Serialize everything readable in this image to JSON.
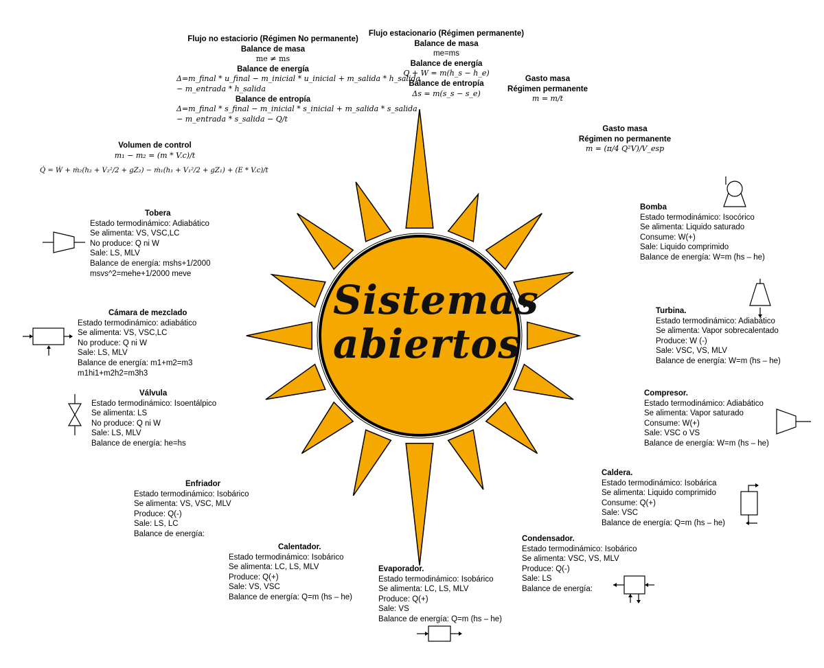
{
  "title": {
    "line1": "Sistemas",
    "line2": "abiertos"
  },
  "colors": {
    "ray": "#f5a900",
    "ray_stroke": "#000000",
    "disc": "#f5a900",
    "disc_ring": "#000000",
    "background": "#ffffff"
  },
  "flujo_no_estacionario": {
    "title": "Flujo  no estaciorio (Régimen No permanente)",
    "masa_title": "Balance de masa",
    "masa_eq": "me ≠ ms",
    "energia_title": "Balance de energía",
    "energia_eq1": "Δ=m_final * u_final − m_inicial * u_inicial + m_salida * h_salida",
    "energia_eq2": "− m_entrada * h_salida",
    "entropia_title": "Balance de entropía",
    "entropia_eq1": "Δ=m_final * s_final − m_inicial * s_inicial + m_salida * s_salida",
    "entropia_eq2": "− m_entrada * s_salida − Q/t"
  },
  "flujo_estacionario": {
    "title": "Flujo estacionario (Régimen permanente)",
    "masa_title": "Balance de masa",
    "masa_eq": "me=ms",
    "energia_title": "Balance de energía",
    "energia_eq": "Q + W = m(h_s − h_e)",
    "entropia_title": "Balance de entropía",
    "entropia_eq": "Δs = m(s_s − s_e)"
  },
  "gasto_permanente": {
    "title1": "Gasto masa",
    "title2": "Régimen permanente",
    "eq": "m = m/t"
  },
  "gasto_no_permanente": {
    "title1": "Gasto masa",
    "title2": "Régimen no permanente",
    "eq": "m = (π/4 Q²V)/V_esp"
  },
  "volumen_control": {
    "title": "Volumen de control",
    "eq1": "m₁ − m₂ = (m * V.c)/t",
    "eq2": "Q̇ = Ẇ + ṁ₂(h₂ + V₂²/2 + gZ₂) − ṁ₁(h₁ + V₁²/2 + gZ₁) + (E * V.c)/t"
  },
  "tobera": {
    "title": "Tobera",
    "lines": [
      "Estado termodinámico: Adiabático",
      "Se alimenta: VS, VSC,LC",
      "No produce: Q ni W",
      "Sale: LS, MLV",
      "Balance de energía: mshs+1/2000",
      "msvs^2=mehe+1/2000 meve"
    ]
  },
  "camara": {
    "title": "Cámara de mezclado",
    "lines": [
      "Estado termodinámico: adiabático",
      "Se alimenta: VS, VSC,LC",
      "No produce: Q ni W",
      "Sale: LS, MLV",
      "Balance de energía: m1+m2=m3",
      "m1hi1+m2h2=m3h3"
    ]
  },
  "valvula": {
    "title": "Válvula",
    "lines": [
      "Estado termodinámico: Isoentálpico",
      "Se alimenta: LS",
      "No produce: Q ni W",
      "Sale: LS, MLV",
      "Balance de energía: he=hs"
    ]
  },
  "enfriador": {
    "title": "Enfriador",
    "lines": [
      "Estado termodinámico: Isobárico",
      "Se alimenta: VS, VSC, MLV",
      "Produce: Q(-)",
      "Sale: LS, LC",
      "Balance de energía:"
    ]
  },
  "calentador": {
    "title": "Calentador.",
    "lines": [
      "Estado termodinámico: Isobárico",
      "Se alimenta: LC, LS, MLV",
      "Produce: Q(+)",
      "Sale: VS, VSC",
      "Balance de energía: Q=m (hs – he)"
    ]
  },
  "evaporador": {
    "title": "Evaporador.",
    "lines": [
      "Estado termodinámico: Isobárico",
      "Se alimenta: LC, LS, MLV",
      "Produce: Q(+)",
      "Sale: VS",
      "Balance de energía: Q=m (hs – he)"
    ]
  },
  "condensador": {
    "title": "Condensador.",
    "lines": [
      "Estado termodinámico: Isobárico",
      "Se alimenta: VSC, VS, MLV",
      "Produce: Q(-)",
      "Sale: LS",
      "Balance de energía:"
    ]
  },
  "caldera": {
    "title": "Caldera.",
    "lines": [
      "Estado termodinámico: Isobárica",
      "Se alimenta: Liquido comprimido",
      "Consume: Q(+)",
      "Sale: VSC",
      "Balance de energía: Q=m (hs – he)"
    ]
  },
  "compresor": {
    "title": "Compresor.",
    "lines": [
      "Estado termodinámico: Adiabático",
      "Se alimenta: Vapor saturado",
      "Consume: W(+)",
      "Sale: VSC o VS",
      "Balance de energía: W=m (hs – he)"
    ]
  },
  "turbina": {
    "title": "Turbina.",
    "lines": [
      "Estado termodinámico: Adiabático",
      "Se alimenta: Vapor sobrecalentado",
      "Produce: W (-)",
      "Sale: VSC, VS, MLV",
      "Balance de energía: W=m (hs – he)"
    ]
  },
  "bomba": {
    "title": "Bomba",
    "lines": [
      "Estado termodinámico: Isocórico",
      "Se alimenta: Liquido saturado",
      "Consume: W(+)",
      "Sale: Liquido comprimido",
      "Balance de energía: W=m (hs – he)"
    ]
  }
}
